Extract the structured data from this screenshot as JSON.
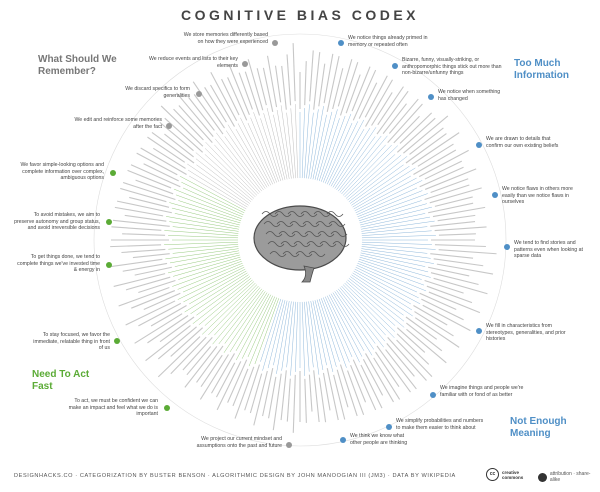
{
  "title": "COGNITIVE BIAS CODEX",
  "quadrants": {
    "memory": "What Should We Remember?",
    "too_much": "Too Much Information",
    "act_fast": "Need To Act Fast",
    "meaning": "Not Enough Meaning"
  },
  "buckets": {
    "store_memories": "We store memories differently based on how they were experienced",
    "reduce_events": "We reduce events and lists to their key elements",
    "discard_specifics": "We discard specifics to form generalities",
    "edit_memories": "We edit and reinforce some memories after the fact",
    "notice_primed": "We notice things already primed in memory or repeated often",
    "bizarre": "Bizarre, funny, visually-striking, or anthropomorphic things stick out more than non-bizarre/unfunny things",
    "notice_change": "We notice when something has changed",
    "drawn_details": "We are drawn to details that confirm our own existing beliefs",
    "notice_flaws": "We notice flaws in others more easily than we notice flaws in ourselves",
    "favor_simple": "We favor simple-looking options and complete information over complex, ambiguous options",
    "avoid_mistakes": "To avoid mistakes, we aim to preserve autonomy and group status, and avoid irreversible decisions",
    "get_done": "To get things done, we tend to complete things we've invested time & energy in",
    "stay_focused": "To stay focused, we favor the immediate, relatable thing in front of us",
    "act_confident": "To act, we must be confident we can make an impact and feel what we do is important",
    "find_stories": "We tend to find stories and patterns even when looking at sparse data",
    "fill_stereotypes": "We fill in characteristics from stereotypes, generalities, and prior histories",
    "imagine_familiar": "We imagine things and people we're familiar with or fond of as better",
    "simplify_probabilities": "We simplify probabilities and numbers to make them easier to think about",
    "we_think_know": "We think we know what other people are thinking",
    "project_mindset": "We project our current mindset and assumptions onto the past and future"
  },
  "footer": {
    "credits": "DESIGNHACKS.CO · CATEGORIZATION BY BUSTER BENSON · ALGORITHMIC DESIGN BY JOHN MANOOGIAN III (JM3) · DATA BY WIKIPEDIA",
    "cc_icon": "cc",
    "cc_word_1": "creative",
    "cc_word_2": "commons",
    "license": "attribution · share-alike"
  },
  "colors": {
    "memory": "#999999",
    "too_much": "#4f8fc6",
    "act_fast": "#5bab36",
    "meaning": "#4f8fc6",
    "brain": "#6b6b6b"
  },
  "icons": {
    "brain": "brain-illustration",
    "cc": "creative-commons-icon",
    "by": "attribution-icon"
  }
}
